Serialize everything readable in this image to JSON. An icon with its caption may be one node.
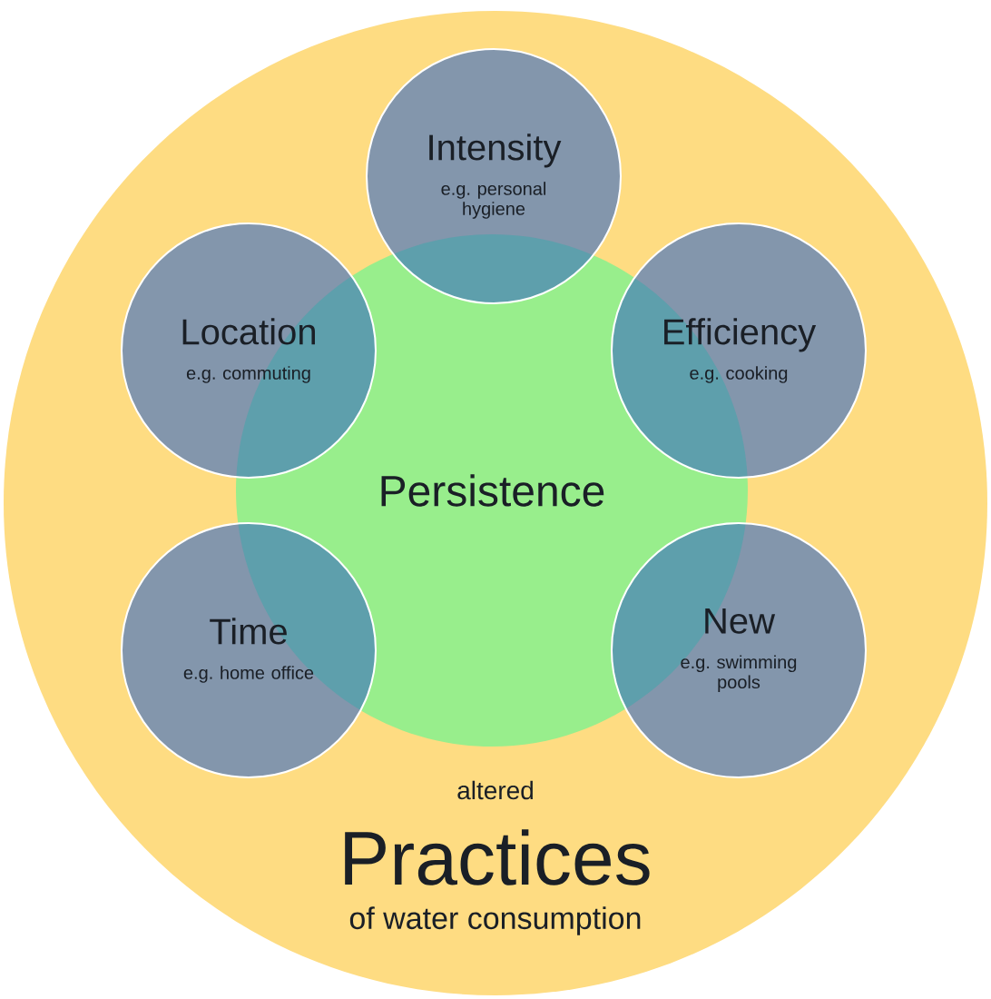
{
  "diagram": {
    "nodes": [
      {
        "text": [
          "altered",
          "Practices",
          "of water consumption"
        ]
      },
      {
        "text": [
          "Persistence"
        ],
        "in": 0
      },
      {
        "text": [
          "Intensity",
          "e.g. personal hygiene"
        ],
        "in": 0
      },
      {
        "text": [
          "Location",
          "e.g. commuting"
        ],
        "in": 0
      },
      {
        "text": [
          "Efficiency",
          "e.g. cooking"
        ],
        "in": 0
      },
      {
        "text": [
          "Time",
          "e.g. home office"
        ],
        "in": 0
      },
      {
        "text": [
          "New",
          "e.g. swimming pools"
        ],
        "in": 0
      }
    ]
  }
}
